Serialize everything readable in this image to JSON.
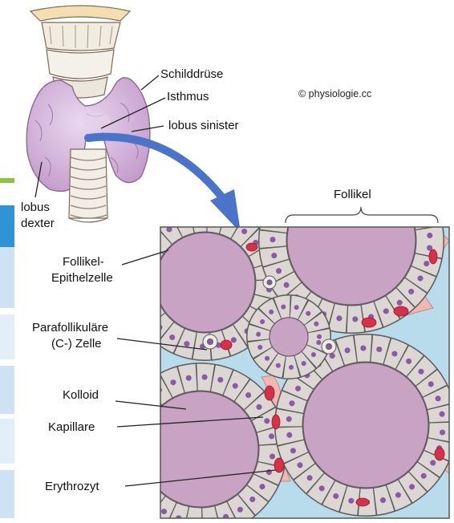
{
  "copyright": "© physiologie.cc",
  "thyroid": {
    "gland": "Schilddrüse",
    "isthmus": "Isthmus",
    "left_lobe": "lobus sinister",
    "right_lobe_line1": "lobus",
    "right_lobe_line2": "dexter"
  },
  "histology": {
    "follicle": "Follikel",
    "epithelial_cell_line1": "Follikel-",
    "epithelial_cell_line2": "Epithelzelle",
    "parafollicular_line1": "Parafollikuläre",
    "parafollicular_line2": "(C-) Zelle",
    "colloid": "Kolloid",
    "capillary": "Kapillare",
    "erythrocyte": "Erythrozyt"
  },
  "colors": {
    "colloid": "#c9a3c4",
    "cell_fill": "#dcd7d2",
    "nucleus": "#8a5aa8",
    "interstitium": "#b9dcec",
    "capillary": "#f2b7b3",
    "erythrocyte": "#d9304a",
    "thyroid_tissue": "#d7b6dd",
    "arrow": "#4a74c9",
    "page_strip": "#cfe1f4",
    "page_strip_accent": "#2f93d6",
    "page_strip_green": "#8cc63f"
  }
}
